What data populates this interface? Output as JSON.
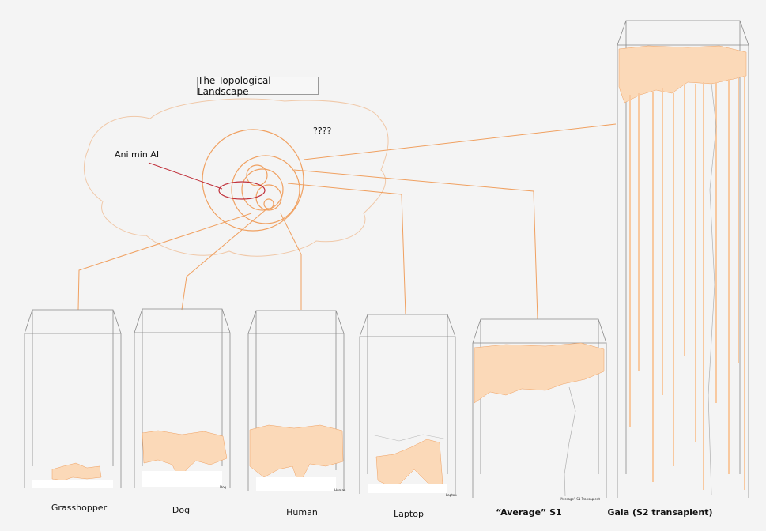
{
  "title": "The Topological Landscape",
  "unknown_label": "????",
  "animin_label": "Ani min AI",
  "colors": {
    "accent": "#f0a060",
    "accent_fill": "#fbd9b8",
    "marker": "#c0303a",
    "frame": "#8a8a8a",
    "cloud": "#f0c8a8"
  },
  "boxes": [
    {
      "caption": "Grasshopper",
      "bold": false,
      "tag": ""
    },
    {
      "caption": "Dog",
      "bold": false,
      "tag": "Dog"
    },
    {
      "caption": "Human",
      "bold": false,
      "tag": "Human"
    },
    {
      "caption": "Laptop",
      "bold": false,
      "tag": "Laptop"
    },
    {
      "caption": "“Average” S1",
      "bold": true,
      "tag": "“Average” S1 Transapient"
    },
    {
      "caption": "Gaia (S2 transapient)",
      "bold": true,
      "tag": ""
    }
  ]
}
